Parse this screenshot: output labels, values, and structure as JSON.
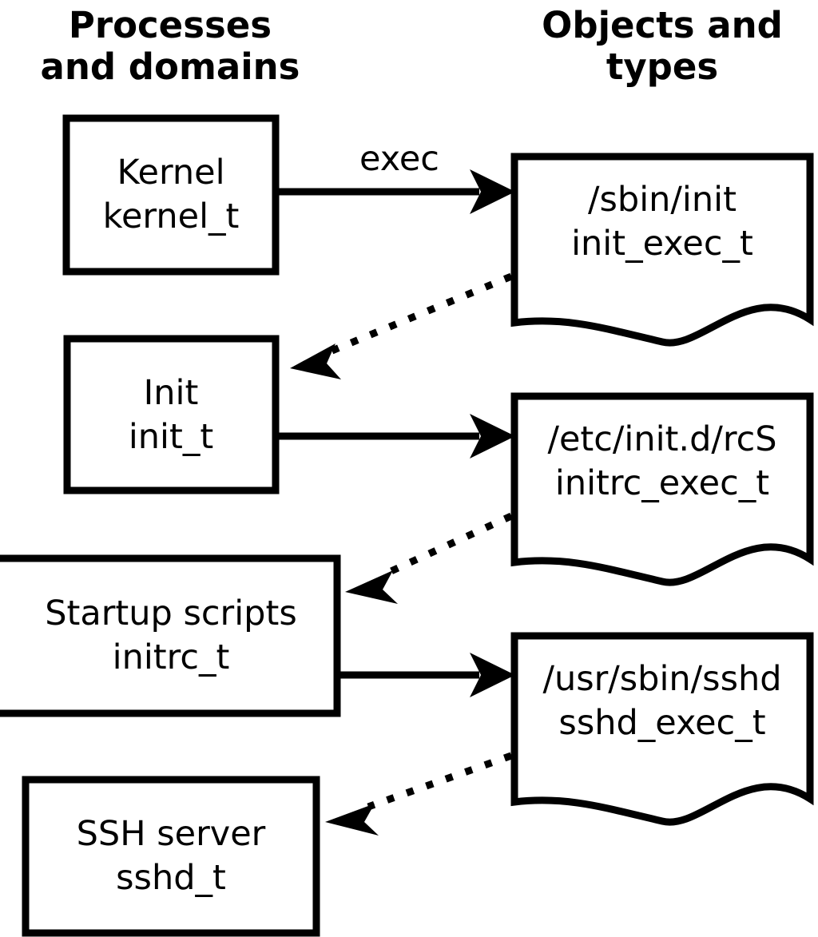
{
  "diagram": {
    "title_left": "Processes\nand domains",
    "columns": [
      {
        "id": "processes",
        "line1": "Processes",
        "line2": "and domains"
      },
      {
        "id": "objects",
        "line1": "Objects and",
        "line2": "types"
      }
    ],
    "process_nodes": [
      {
        "id": "kernel",
        "line1": "Kernel",
        "line2": "kernel_t"
      },
      {
        "id": "init",
        "line1": "Init",
        "line2": "init_t"
      },
      {
        "id": "initrc",
        "line1": "Startup scripts",
        "line2": "initrc_t"
      },
      {
        "id": "sshd",
        "line1": "SSH server",
        "line2": "sshd_t"
      }
    ],
    "object_nodes": [
      {
        "id": "init_exec",
        "line1": "/sbin/init",
        "line2": "init_exec_t"
      },
      {
        "id": "initrc_exec",
        "line1": "/etc/init.d/rcS",
        "line2": "initrc_exec_t"
      },
      {
        "id": "sshd_exec",
        "line1": "/usr/sbin/sshd",
        "line2": "sshd_exec_t"
      }
    ],
    "edges": [
      {
        "id": "kernel-exec-init",
        "from": "kernel",
        "to": "init_exec",
        "style": "solid",
        "label": "exec"
      },
      {
        "id": "init_exec-transition-init",
        "from": "init_exec",
        "to": "init",
        "style": "dotted",
        "label": ""
      },
      {
        "id": "init-exec-initrc",
        "from": "init",
        "to": "initrc_exec",
        "style": "solid",
        "label": ""
      },
      {
        "id": "initrc_exec-transition-initrc",
        "from": "initrc_exec",
        "to": "initrc",
        "style": "dotted",
        "label": ""
      },
      {
        "id": "initrc-exec-sshd",
        "from": "initrc",
        "to": "sshd_exec",
        "style": "solid",
        "label": ""
      },
      {
        "id": "sshd_exec-transition-sshd",
        "from": "sshd_exec",
        "to": "sshd",
        "style": "dotted",
        "label": ""
      }
    ],
    "colors": {
      "stroke": "#000000",
      "fill": "#ffffff",
      "text": "#000000"
    }
  }
}
